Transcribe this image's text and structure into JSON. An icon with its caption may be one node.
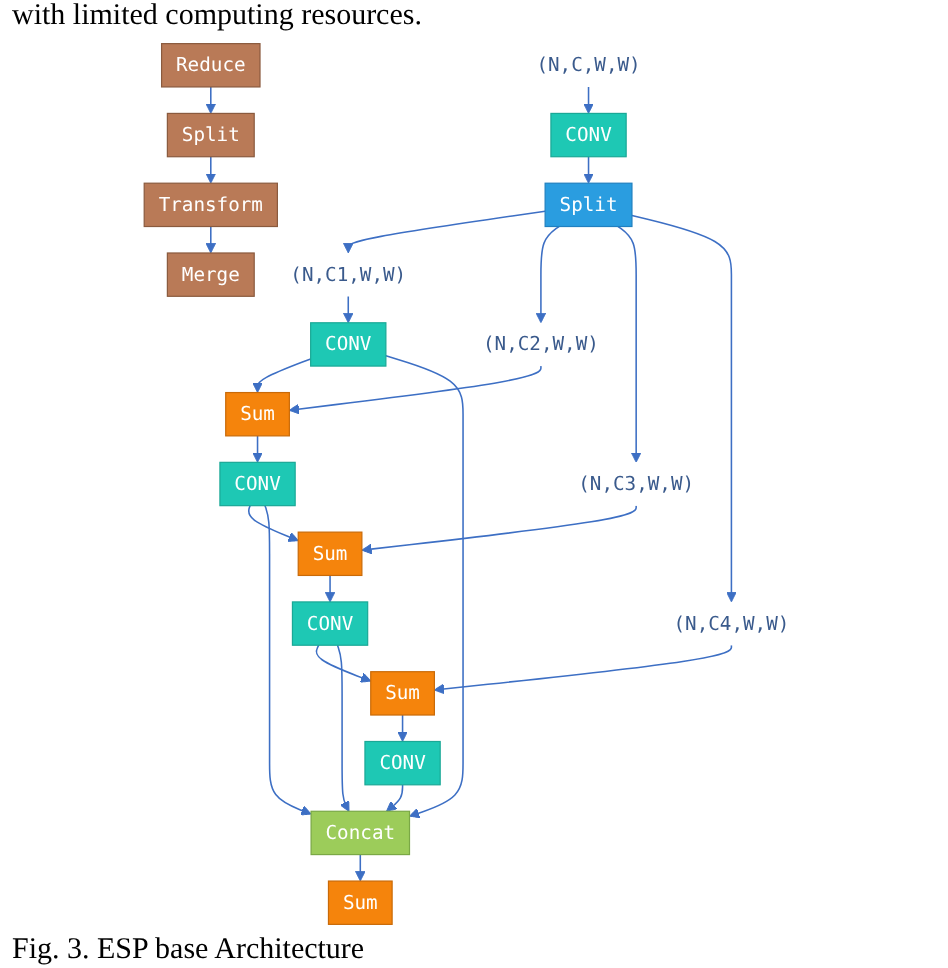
{
  "diagram": {
    "caption": "Fig. 3. ESP base Architecture",
    "nodes": [
      {
        "text": [
          "(N,C,W,W)"
        ]
      },
      {
        "text": [
          "CONV"
        ]
      },
      {
        "text": [
          "Split"
        ]
      },
      {
        "text": [
          "(N,C1,W,W)"
        ]
      },
      {
        "text": [
          "(N,C2,W,W)"
        ]
      },
      {
        "text": [
          "(N,C3,W,W)"
        ]
      },
      {
        "text": [
          "(N,C4,W,W)"
        ]
      },
      {
        "text": [
          "CONV"
        ]
      },
      {
        "text": [
          "Sum"
        ]
      },
      {
        "text": [
          "CONV"
        ]
      },
      {
        "text": [
          "Sum"
        ]
      },
      {
        "text": [
          "CONV"
        ]
      },
      {
        "text": [
          "Sum"
        ]
      },
      {
        "text": [
          "CONV"
        ]
      },
      {
        "text": [
          "Concat"
        ]
      },
      {
        "text": [
          "Sum"
        ]
      },
      {
        "text": [
          "Reduce"
        ]
      },
      {
        "text": [
          "Split"
        ]
      },
      {
        "text": [
          "Transform"
        ]
      },
      {
        "text": [
          "Merge"
        ]
      }
    ],
    "edges": [
      {
        "from": 0,
        "to": 1,
        "arrow": "to"
      },
      {
        "from": 1,
        "to": 2,
        "arrow": "to"
      },
      {
        "from": 2,
        "to": 3,
        "arrow": "to"
      },
      {
        "from": 2,
        "to": 4,
        "arrow": "to"
      },
      {
        "from": 2,
        "to": 5,
        "arrow": "to"
      },
      {
        "from": 2,
        "to": 6,
        "arrow": "to"
      },
      {
        "from": 3,
        "to": 7,
        "arrow": "to"
      },
      {
        "from": 4,
        "to": 8,
        "arrow": "to"
      },
      {
        "from": 7,
        "to": 8,
        "arrow": "to"
      },
      {
        "from": 8,
        "to": 9,
        "arrow": "to"
      },
      {
        "from": 5,
        "to": 10,
        "arrow": "to"
      },
      {
        "from": 9,
        "to": 10,
        "arrow": "to"
      },
      {
        "from": 10,
        "to": 11,
        "arrow": "to"
      },
      {
        "from": 6,
        "to": 12,
        "arrow": "to"
      },
      {
        "from": 11,
        "to": 12,
        "arrow": "to"
      },
      {
        "from": 12,
        "to": 13,
        "arrow": "to"
      },
      {
        "from": 7,
        "to": 14,
        "arrow": "to"
      },
      {
        "from": 9,
        "to": 14,
        "arrow": "to"
      },
      {
        "from": 11,
        "to": 14,
        "arrow": "to"
      },
      {
        "from": 13,
        "to": 14,
        "arrow": "to"
      },
      {
        "from": 14,
        "to": 15,
        "arrow": "to"
      },
      {
        "from": 16,
        "to": 17,
        "arrow": "to"
      },
      {
        "from": 17,
        "to": 18,
        "arrow": "to"
      },
      {
        "from": 18,
        "to": 19,
        "arrow": "to"
      }
    ],
    "labels": [
      "with limited computing resources."
    ]
  }
}
